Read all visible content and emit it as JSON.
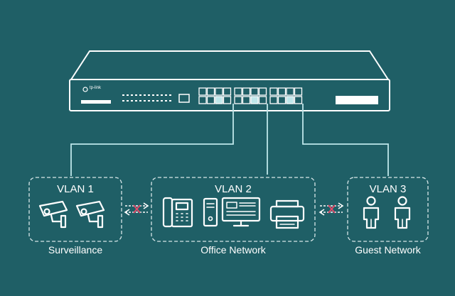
{
  "switch": {
    "brand": "tp-link",
    "colors": {
      "outline": "#ffffff",
      "port_highlight": "#bfe7ea"
    }
  },
  "groups": [
    {
      "vlan": "VLAN 1",
      "name": "Surveillance",
      "devices": [
        "camera-icon",
        "camera-icon"
      ]
    },
    {
      "vlan": "VLAN 2",
      "name": "Office Network",
      "devices": [
        "ip-phone-icon",
        "pc-tower-icon",
        "monitor-icon",
        "printer-icon"
      ]
    },
    {
      "vlan": "VLAN 3",
      "name": "Guest Network",
      "devices": [
        "person-icon",
        "person-icon"
      ]
    }
  ],
  "blocked_links": [
    {
      "between": [
        "VLAN 1",
        "VLAN 2"
      ],
      "icon": "blocked-arrows-icon"
    },
    {
      "between": [
        "VLAN 2",
        "VLAN 3"
      ],
      "icon": "blocked-arrows-icon"
    }
  ],
  "colors": {
    "background": "#1f5f66",
    "line": "#ffffff",
    "link_line": "#bfe7ea",
    "block_mark": "#e04b6a"
  }
}
